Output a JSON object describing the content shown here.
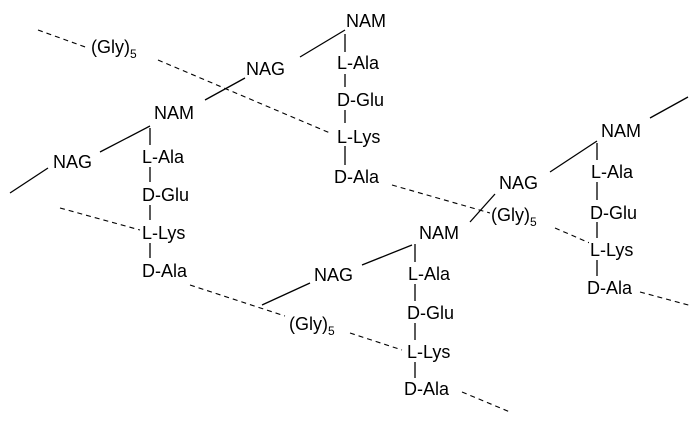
{
  "sugars": {
    "nag": "NAG",
    "nam": "NAM"
  },
  "peptide": [
    "L-Ala",
    "D-Glu",
    "L-Lys",
    "D-Ala"
  ],
  "bridge": {
    "main": "(Gly)",
    "subscript": "5"
  }
}
